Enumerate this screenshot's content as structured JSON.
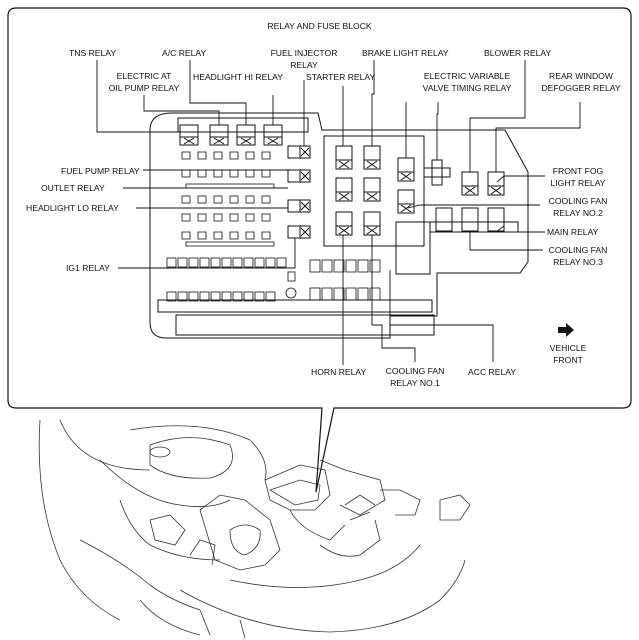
{
  "title": "RELAY AND FUSE BLOCK",
  "labels": {
    "tns_relay": "TNS RELAY",
    "ac_relay": "A/C RELAY",
    "fuel_injector_1": "FUEL INJECTOR",
    "fuel_injector_2": "RELAY",
    "brake_light_relay": "BRAKE LIGHT RELAY",
    "blower_relay": "BLOWER RELAY",
    "electric_at_1": "ELECTRIC AT",
    "electric_at_2": "OIL PUMP RELAY",
    "headlight_hi_relay": "HEADLIGHT HI RELAY",
    "starter_relay": "STARTER RELAY",
    "evvt_1": "ELECTRIC VARIABLE",
    "evvt_2": "VALVE TIMING RELAY",
    "rear_defogger_1": "REAR WINDOW",
    "rear_defogger_2": "DEFOGGER RELAY",
    "fuel_pump_relay": "FUEL PUMP RELAY",
    "outlet_relay": "OUTLET RELAY",
    "headlight_lo_relay": "HEADLIGHT LO RELAY",
    "ig1_relay": "IG1 RELAY",
    "front_fog_1": "FRONT FOG",
    "front_fog_2": "LIGHT RELAY",
    "cooling_fan_2_1": "COOLING FAN",
    "cooling_fan_2_2": "RELAY NO.2",
    "main_relay": "MAIN RELAY",
    "cooling_fan_3_1": "COOLING FAN",
    "cooling_fan_3_2": "RELAY NO.3",
    "horn_relay": "HORN RELAY",
    "cooling_fan_1_1": "COOLING FAN",
    "cooling_fan_1_2": "RELAY NO.1",
    "acc_relay": "ACC RELAY",
    "vehicle_front_1": "VEHICLE",
    "vehicle_front_2": "FRONT"
  },
  "icons": {
    "direction_arrow": "right-arrow-icon"
  },
  "colors": {
    "line": "#111111",
    "background": "#ffffff"
  }
}
